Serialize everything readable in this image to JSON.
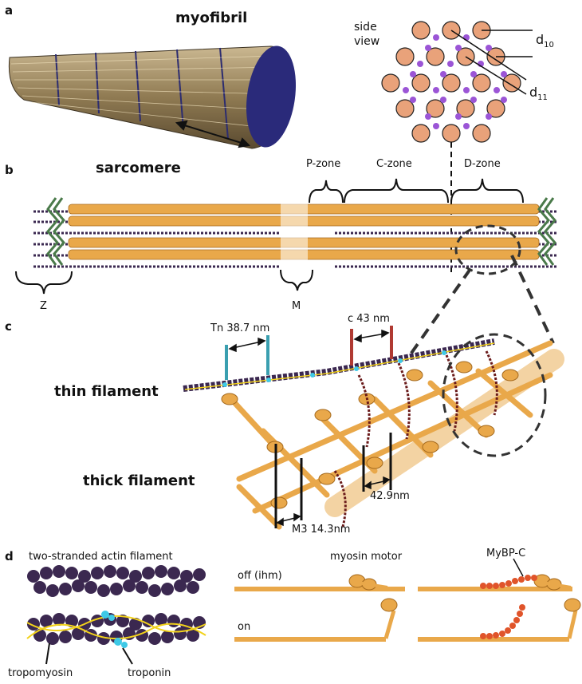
{
  "panels": {
    "a": "a",
    "b": "b",
    "c": "c",
    "d": "d"
  },
  "panel_a": {
    "title": "myofibril",
    "side_view_line1": "side",
    "side_view_line2": "view",
    "d10_base": "d",
    "d10_sub": "10",
    "d11_base": "d",
    "d11_sub": "11"
  },
  "panel_b": {
    "title": "sarcomere",
    "p_zone": "P-zone",
    "c_zone": "C-zone",
    "d_zone": "D-zone",
    "z_label": "Z",
    "m_label": "M"
  },
  "panel_c": {
    "tn_spacing": "Tn 38.7 nm",
    "c_spacing": "c 43 nm",
    "thin_filament": "thin filament",
    "thick_filament": "thick filament",
    "spacing_42": "42.9nm",
    "m3_spacing": "M3 14.3nm"
  },
  "panel_d": {
    "actin_title": "two-stranded actin filament",
    "myosin_title": "myosin motor",
    "mybpc_title": "MyBP-C",
    "off_label": "off (ihm)",
    "on_label": "on",
    "tropomyosin": "tropomyosin",
    "troponin": "troponin"
  },
  "colors": {
    "thick": "#e9a84a",
    "myofibril_face": "#2a2a7a",
    "actin": "#3b2850",
    "troponin": "#3ec9e6",
    "tropomyosin": "#f2d21b",
    "mybpc": "#e0542a",
    "tn_bar": "#3a9fb0",
    "c_bar": "#b03a32",
    "side_big": "#e9a27a",
    "side_small": "#9b55d6"
  }
}
